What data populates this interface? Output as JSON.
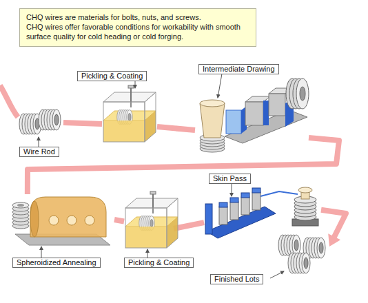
{
  "diagram": {
    "nodes": [
      {
        "text": [
          "CHQ wires are materials for bolts, nuts, and screws.",
          "CHQ wires offer favorable conditions for workability with smooth surface quality for cold heading or cold forging."
        ]
      },
      {
        "text": [
          "Wire Rod"
        ]
      },
      {
        "text": [
          "Pickling & Coating"
        ]
      },
      {
        "text": [
          "Intermediate Drawing"
        ]
      },
      {
        "text": [
          "Spheroidized Annealing"
        ]
      },
      {
        "text": [
          "Pickling & Coating"
        ]
      },
      {
        "text": [
          "Skin Pass"
        ]
      },
      {
        "text": [
          "Finished Lots"
        ]
      }
    ],
    "edges": [
      {
        "from": 1,
        "to": 2,
        "arrow": "none"
      },
      {
        "from": 2,
        "to": 3,
        "arrow": "none"
      },
      {
        "from": 3,
        "to": 4,
        "arrow": "none"
      },
      {
        "from": 4,
        "to": 5,
        "arrow": "none"
      },
      {
        "from": 5,
        "to": 6,
        "arrow": "none"
      },
      {
        "from": 6,
        "to": 7,
        "arrow": "to"
      }
    ]
  }
}
